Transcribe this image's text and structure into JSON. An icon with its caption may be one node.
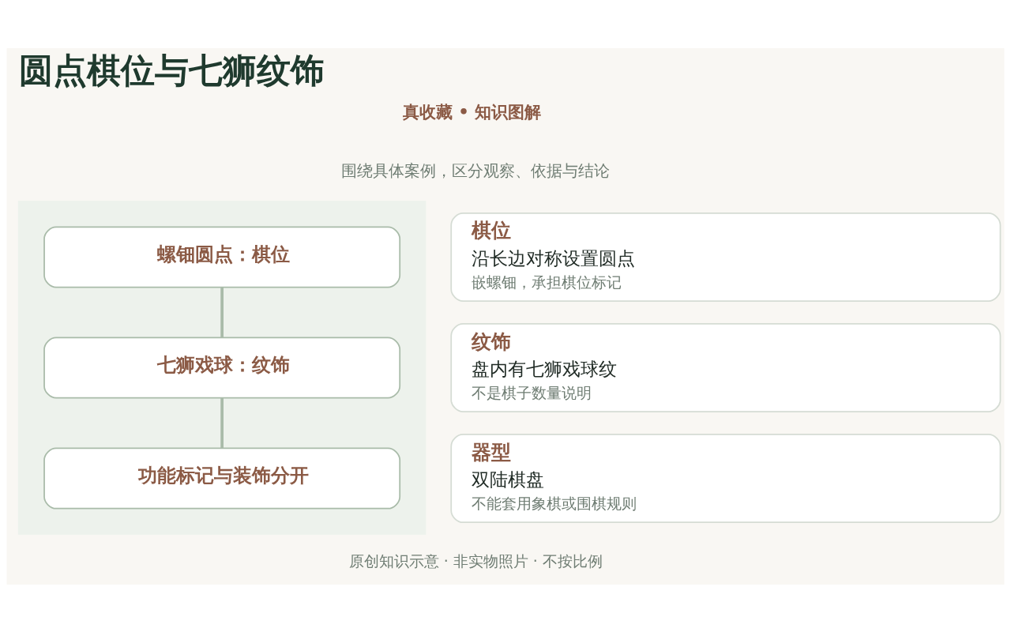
{
  "diagram": {
    "title": "圆点棋位与七狮纹饰",
    "nodes": [
      {
        "text": [],
        "shape": "box"
      },
      {
        "text": [
          "螺钿圆点：棋位"
        ],
        "in": 0
      },
      {
        "text": [
          "七狮戏球：纹饰"
        ],
        "in": 0
      },
      {
        "text": [
          "功能标记与装饰分开"
        ],
        "in": 0
      },
      {
        "text": [
          "棋位",
          "沿长边对称设置圆点",
          "嵌螺钿，承担棋位标记"
        ]
      },
      {
        "text": [
          "纹饰",
          "盘内有七狮戏球纹",
          "不是棋子数量说明"
        ]
      },
      {
        "text": [
          "器型",
          "双陆棋盘",
          "不能套用象棋或围棋规则"
        ]
      }
    ],
    "edges": [
      {
        "from": 1,
        "to": 2,
        "arrow": "none"
      },
      {
        "from": 2,
        "to": 3,
        "arrow": "none"
      }
    ],
    "labels": [
      "真收藏 • 知识图解",
      "围绕具体案例，区分观察、依据与结论",
      "原创知识示意 · 非实物照片 · 不按比例"
    ]
  }
}
